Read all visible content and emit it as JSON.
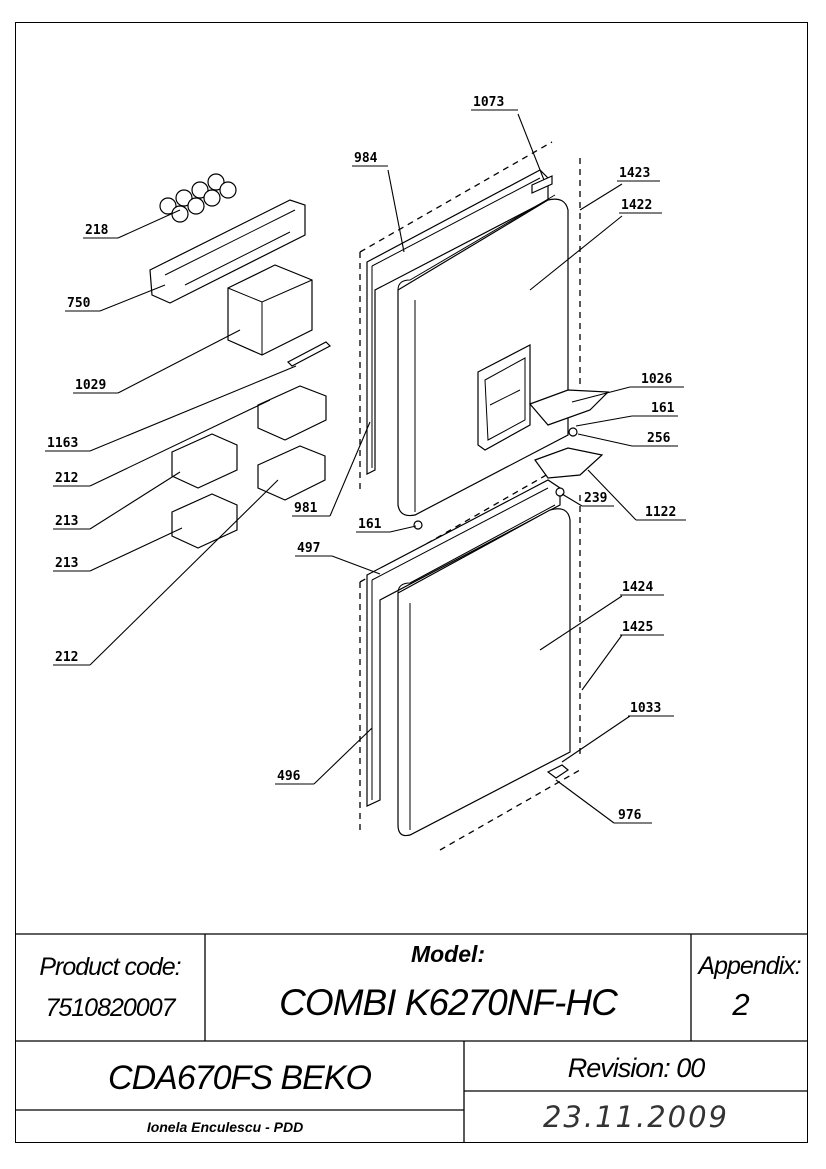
{
  "parts": [
    {
      "label": "1073"
    },
    {
      "label": "984"
    },
    {
      "label": "1423"
    },
    {
      "label": "1422"
    },
    {
      "label": "218"
    },
    {
      "label": "750"
    },
    {
      "label": "1029"
    },
    {
      "label": "1163"
    },
    {
      "label": "212"
    },
    {
      "label": "213"
    },
    {
      "label": "213"
    },
    {
      "label": "212"
    },
    {
      "label": "981"
    },
    {
      "label": "161"
    },
    {
      "label": "1026"
    },
    {
      "label": "161"
    },
    {
      "label": "256"
    },
    {
      "label": "239"
    },
    {
      "label": "1122"
    },
    {
      "label": "497"
    },
    {
      "label": "1424"
    },
    {
      "label": "1425"
    },
    {
      "label": "1033"
    },
    {
      "label": "496"
    },
    {
      "label": "976"
    }
  ],
  "title_block": {
    "product_code_label": "Product code:",
    "product_code": "7510820007",
    "model_label": "Model:",
    "model": "COMBI K6270NF-HC",
    "appendix_label": "Appendix:",
    "appendix": "2",
    "product_name": "CDA670FS BEKO",
    "revision": "Revision: 00",
    "author": "Ionela Enculescu - PDD",
    "date": "23.11.2009"
  }
}
